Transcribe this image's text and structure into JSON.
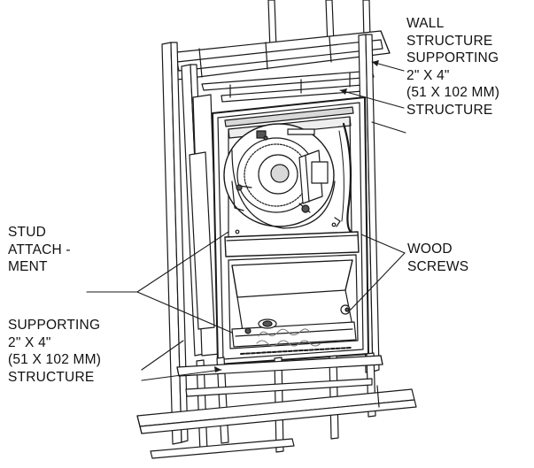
{
  "labels": {
    "wall_structure": [
      "WALL",
      "STRUCTURE",
      "SUPPORTING",
      "2\" X 4\"",
      "(51 X 102 MM)",
      "STRUCTURE"
    ],
    "stud_attachment": [
      "STUD",
      "ATTACH -",
      "MENT"
    ],
    "wood_screws": [
      "WOOD",
      "SCREWS"
    ],
    "supporting_structure": [
      "SUPPORTING",
      "2\" X 4\"",
      "(51 X 102 MM)",
      "STRUCTURE"
    ]
  },
  "colors": {
    "line": "#1a1a1a",
    "frame_fill": "#ffffff",
    "shade": "#d9d9d9",
    "dark": "#555555"
  }
}
